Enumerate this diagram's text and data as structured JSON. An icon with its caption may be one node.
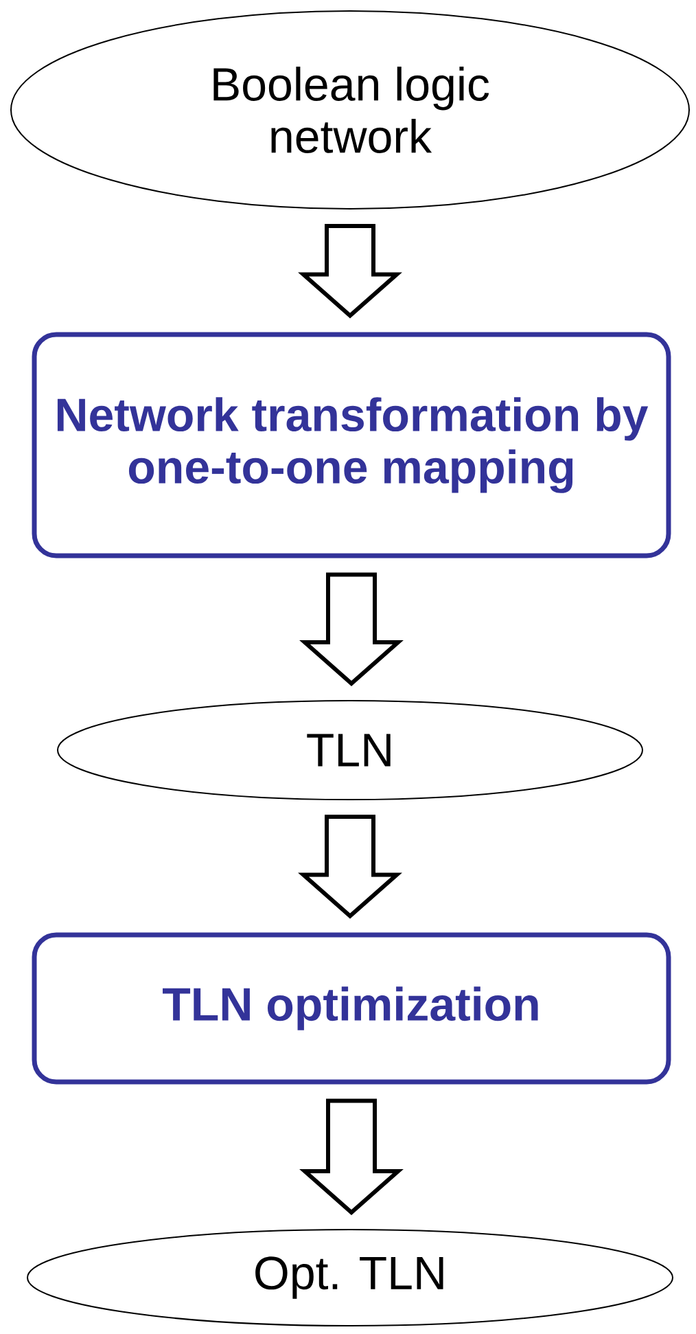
{
  "diagram": {
    "nodes": [
      {
        "text": [
          "Boolean logic network"
        ]
      },
      {
        "text": [
          "Network transformation by one-to-one mapping"
        ]
      },
      {
        "text": [
          "TLN"
        ]
      },
      {
        "text": [
          "TLN optimization"
        ]
      },
      {
        "text": [
          "Opt. TLN"
        ]
      }
    ],
    "edges": [
      {
        "from": 0,
        "to": 1,
        "arrow": "to"
      },
      {
        "from": 1,
        "to": 2,
        "arrow": "to"
      },
      {
        "from": 2,
        "to": 3,
        "arrow": "to"
      },
      {
        "from": 3,
        "to": 4,
        "arrow": "to"
      }
    ]
  }
}
